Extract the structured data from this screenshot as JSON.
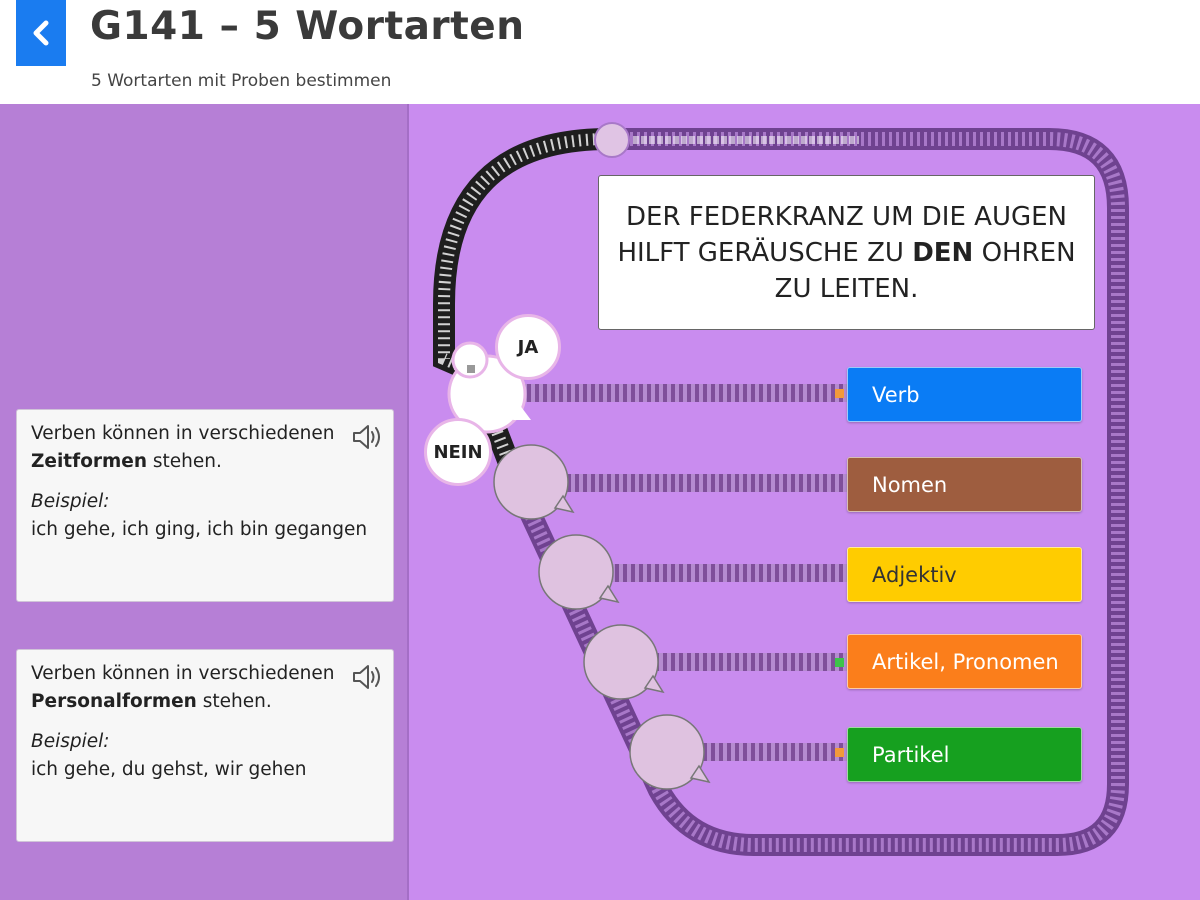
{
  "header": {
    "title": "G141 – 5 Wortarten",
    "subtitle": "5 Wortarten mit Proben bestimmen",
    "back_icon": "chevron-left-icon"
  },
  "colors": {
    "back_button": "#1a7cf0",
    "left_panel": "#b67fd6",
    "right_panel": "#c98cef",
    "verb": "#0a7cf5",
    "nomen": "#9e5d3f",
    "adjektiv": "#ffcc00",
    "artikel": "#fb7e1b",
    "partikel": "#16a01f"
  },
  "cards": [
    {
      "text_before": "Verben können in verschiedenen",
      "bold": "Zeitformen",
      "text_after": " stehen.",
      "example_label": "Beispiel:",
      "example": "ich gehe, ich ging, ich bin gegangen",
      "icon": "speaker-icon"
    },
    {
      "text_before": "Verben können in verschiedenen",
      "bold": "Personalformen",
      "text_after": " stehen.",
      "example_label": "Beispiel:",
      "example": "ich gehe, du gehst, wir gehen",
      "icon": "speaker-icon"
    }
  ],
  "sentence": {
    "before": "Der Federkranz um die Augen hilft Geräusche zu ",
    "highlight": "den",
    "after": " Ohren zu leiten."
  },
  "choices": {
    "yes": "JA",
    "no": "NEIN"
  },
  "word_types": [
    {
      "label": "Verb"
    },
    {
      "label": "Nomen"
    },
    {
      "label": "Adjektiv"
    },
    {
      "label": "Artikel, Pronomen"
    },
    {
      "label": "Partikel"
    }
  ]
}
